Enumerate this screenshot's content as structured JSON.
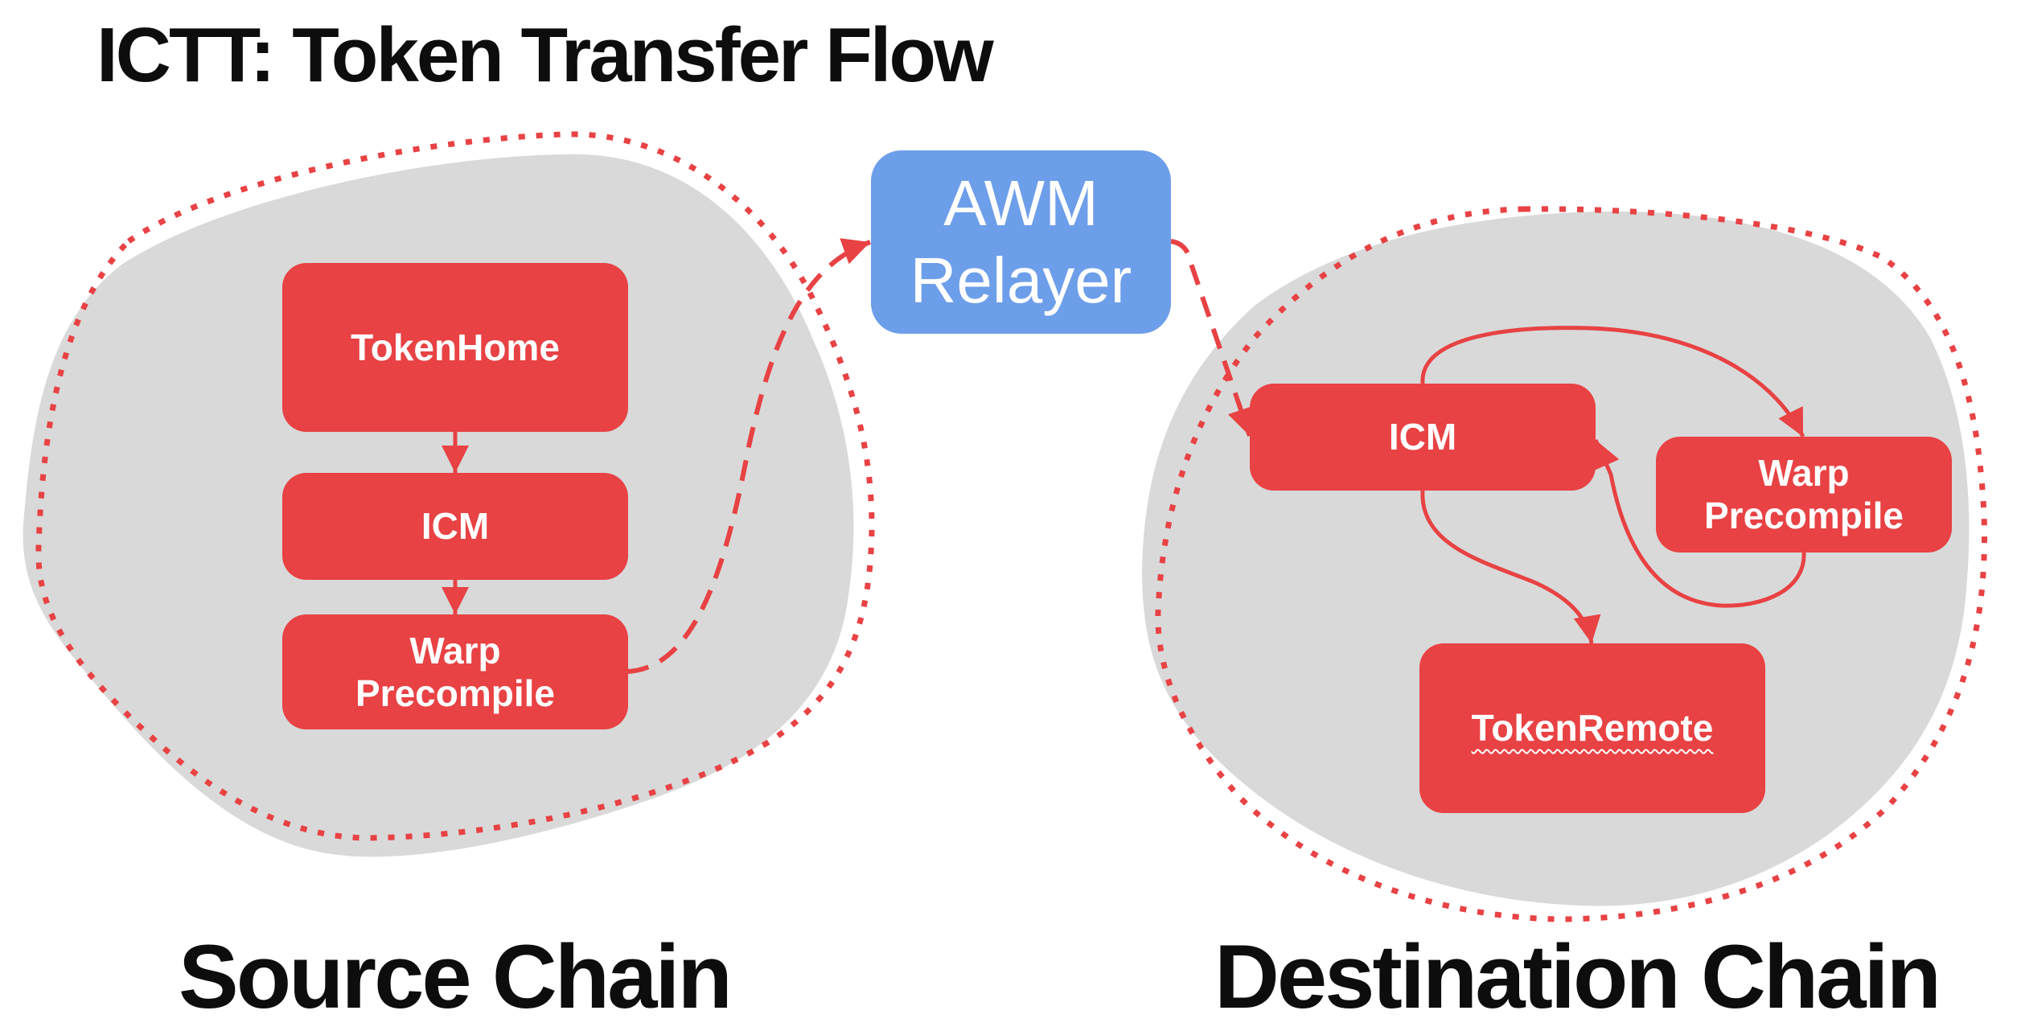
{
  "title": "ICTT: Token Transfer Flow",
  "colors": {
    "node_red": "#e84244",
    "relayer_blue": "#6d9ee9",
    "chain_gray": "#d9d9d9",
    "arrow_red": "#e84244",
    "text_dark": "#0d0d0d"
  },
  "source_chain": {
    "label": "Source Chain",
    "nodes": [
      {
        "id": "src-tokenhome",
        "lines": [
          "TokenHome"
        ]
      },
      {
        "id": "src-icm",
        "lines": [
          "ICM"
        ]
      },
      {
        "id": "src-warp",
        "lines": [
          "Warp",
          "Precompile"
        ]
      }
    ]
  },
  "relayer": {
    "id": "awm-relayer",
    "lines": [
      "AWM",
      "Relayer"
    ]
  },
  "destination_chain": {
    "label": "Destination Chain",
    "nodes": [
      {
        "id": "dst-icm",
        "lines": [
          "ICM"
        ]
      },
      {
        "id": "dst-warp",
        "lines": [
          "Warp",
          "Precompile"
        ]
      },
      {
        "id": "dst-tokenremote",
        "lines": [
          "TokenRemote"
        ]
      }
    ]
  },
  "edges": [
    {
      "from": "TokenHome",
      "to": "ICM",
      "style": "solid"
    },
    {
      "from": "ICM",
      "to": "Warp Precompile",
      "style": "solid"
    },
    {
      "from": "Warp Precompile (source)",
      "to": "AWM Relayer",
      "style": "dashed"
    },
    {
      "from": "AWM Relayer",
      "to": "ICM (destination)",
      "style": "dashed"
    },
    {
      "from": "ICM (destination)",
      "to": "Warp Precompile (destination)",
      "style": "solid"
    },
    {
      "from": "Warp Precompile (destination)",
      "to": "ICM (destination)",
      "style": "solid"
    },
    {
      "from": "ICM (destination)",
      "to": "TokenRemote",
      "style": "solid"
    }
  ]
}
